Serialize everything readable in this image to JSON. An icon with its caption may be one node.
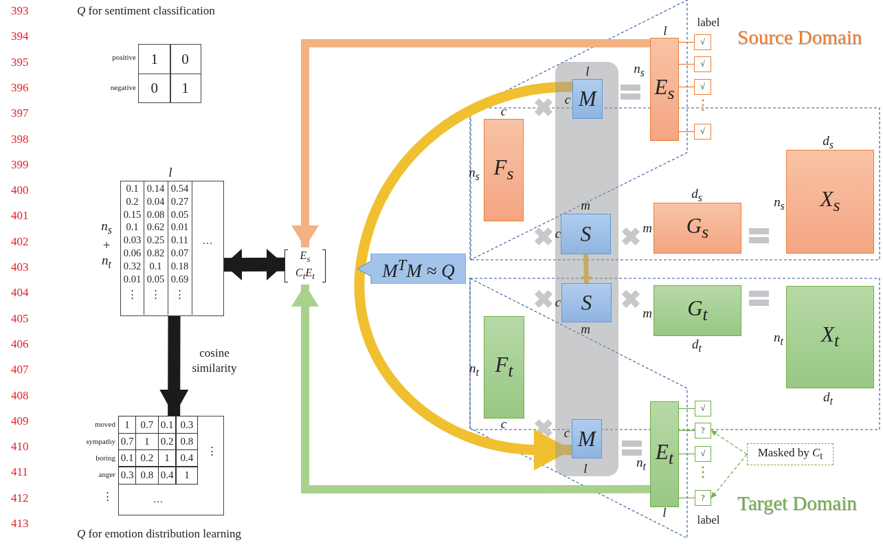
{
  "diagram": {
    "nodes": [
      {
        "text": [],
        "shape": "box"
      },
      {
        "text": [],
        "shape": "box"
      },
      {
        "text": [
          "E$_{s}$",
          "C$_{t}$E$_{t}$"
        ]
      },
      {
        "text": [
          "M$^{T}$M ≈ Q"
        ]
      },
      {
        "text": [],
        "shape": "bar"
      },
      {
        "text": [
          "M"
        ],
        "in": 4,
        "beside": [
          "l",
          "c"
        ]
      },
      {
        "text": [
          "S"
        ],
        "in": 4,
        "beside": [
          "m",
          "c"
        ]
      },
      {
        "text": [
          "S"
        ],
        "in": 4,
        "beside": [
          "c",
          "m"
        ]
      },
      {
        "text": [
          "M"
        ],
        "in": 4,
        "beside": [
          "c",
          "l"
        ]
      },
      {
        "text": [
          "E$_{s}$"
        ],
        "beside": [
          "l",
          "n$_{s}$"
        ]
      },
      {
        "text": [
          "F$_{s}$"
        ],
        "beside": [
          "c",
          "n$_{s}$"
        ]
      },
      {
        "text": [
          "G$_{s}$"
        ],
        "beside": [
          "d$_{s}$",
          "m"
        ]
      },
      {
        "text": [
          "X$_{s}$"
        ],
        "beside": [
          "d$_{s}$",
          "n$_{s}$"
        ]
      },
      {
        "text": [
          "G$_{t}$"
        ],
        "beside": [
          "m",
          "d$_{t}$"
        ]
      },
      {
        "text": [
          "X$_{t}$"
        ],
        "beside": [
          "n$_{t}$",
          "d$_{t}$"
        ]
      },
      {
        "text": [
          "F$_{t}$"
        ],
        "beside": [
          "n$_{t}$",
          "c"
        ]
      },
      {
        "text": [
          "E$_{t}$"
        ],
        "beside": [
          "n$_{t}$",
          "l"
        ]
      },
      {
        "text": [
          "√"
        ]
      },
      {
        "text": [
          "√"
        ]
      },
      {
        "text": [
          "√"
        ]
      },
      {
        "text": [
          "√"
        ]
      },
      {
        "text": [
          "√"
        ]
      },
      {
        "text": [
          "?"
        ]
      },
      {
        "text": [
          "√"
        ]
      },
      {
        "text": [
          "?"
        ]
      },
      {
        "text": [
          "Masked by *C*$_{t}$"
        ]
      }
    ],
    "edges": [
      {
        "from": 9,
        "to": 2,
        "arrow": "to",
        "style": "thick",
        "color": "#f4b183"
      },
      {
        "from": 16,
        "to": 2,
        "arrow": "to",
        "style": "thick",
        "color": "#a9d18e"
      },
      {
        "from": 0,
        "to": 2,
        "arrow": "both",
        "style": "thick",
        "color": "#1b1b1b"
      },
      {
        "from": 0,
        "to": 1,
        "arrow": "to",
        "style": "thick",
        "color": "#1b1b1b",
        "label": "cosine similarity"
      },
      {
        "from": 5,
        "to": 8,
        "arrow": "to",
        "style": "thick",
        "color": "#f0c030"
      },
      {
        "from": 6,
        "to": 7,
        "arrow": "to",
        "style": "thick",
        "color": "#f0c030"
      },
      {
        "from": 9,
        "to": 17,
        "arrow": "none",
        "color": "#ed7d31"
      },
      {
        "from": 9,
        "to": 18,
        "arrow": "none",
        "color": "#ed7d31"
      },
      {
        "from": 9,
        "to": 19,
        "arrow": "none",
        "color": "#ed7d31"
      },
      {
        "from": 9,
        "to": 20,
        "arrow": "none",
        "color": "#ed7d31"
      },
      {
        "from": 16,
        "to": 21,
        "arrow": "none",
        "color": "#70ad47"
      },
      {
        "from": 16,
        "to": 22,
        "arrow": "none",
        "color": "#70ad47"
      },
      {
        "from": 16,
        "to": 23,
        "arrow": "none",
        "color": "#70ad47"
      },
      {
        "from": 16,
        "to": 24,
        "arrow": "none",
        "color": "#70ad47"
      },
      {
        "from": 25,
        "to": 22,
        "arrow": "to",
        "style": "dashed",
        "color": "#70ad47"
      },
      {
        "from": 25,
        "to": 24,
        "arrow": "to",
        "style": "dashed",
        "color": "#70ad47"
      }
    ],
    "labels": [
      "393",
      "394",
      "395",
      "396",
      "397",
      "398",
      "399",
      "400",
      "401",
      "402",
      "403",
      "404",
      "405",
      "406",
      "407",
      "408",
      "409",
      "410",
      "411",
      "412",
      "413",
      "*Q* for sentiment classification",
      "positive",
      "1",
      "0",
      "negative",
      "0",
      "1",
      "l",
      "n$_{s}$ + n$_{t}$",
      "0.1",
      "0.14",
      "0.54",
      "0.2",
      "0.04",
      "0.27",
      "0.15",
      "0.08",
      "0.05",
      "0.1",
      "0.62",
      "0.01",
      "0.03",
      "0.25",
      "0.11",
      "0.06",
      "0.82",
      "0.07",
      "0.32",
      "0.1",
      "0.18",
      "0.01",
      "0.05",
      "0.69",
      "⋮",
      "⋮",
      "⋮",
      "…",
      "moved",
      "1",
      "0.7",
      "0.1",
      "0.3",
      "sympathy",
      "0.7",
      "1",
      "0.2",
      "0.8",
      "boring",
      "0.1",
      "0.2",
      "1",
      "0.4",
      "anger",
      "0.3",
      "0.8",
      "0.4",
      "1",
      "⋮",
      "…",
      "⋮",
      "*Q* for emotion distribution learning",
      "label",
      "Source Domain",
      "⋮",
      "⋮",
      "label",
      "Target Domain"
    ]
  }
}
